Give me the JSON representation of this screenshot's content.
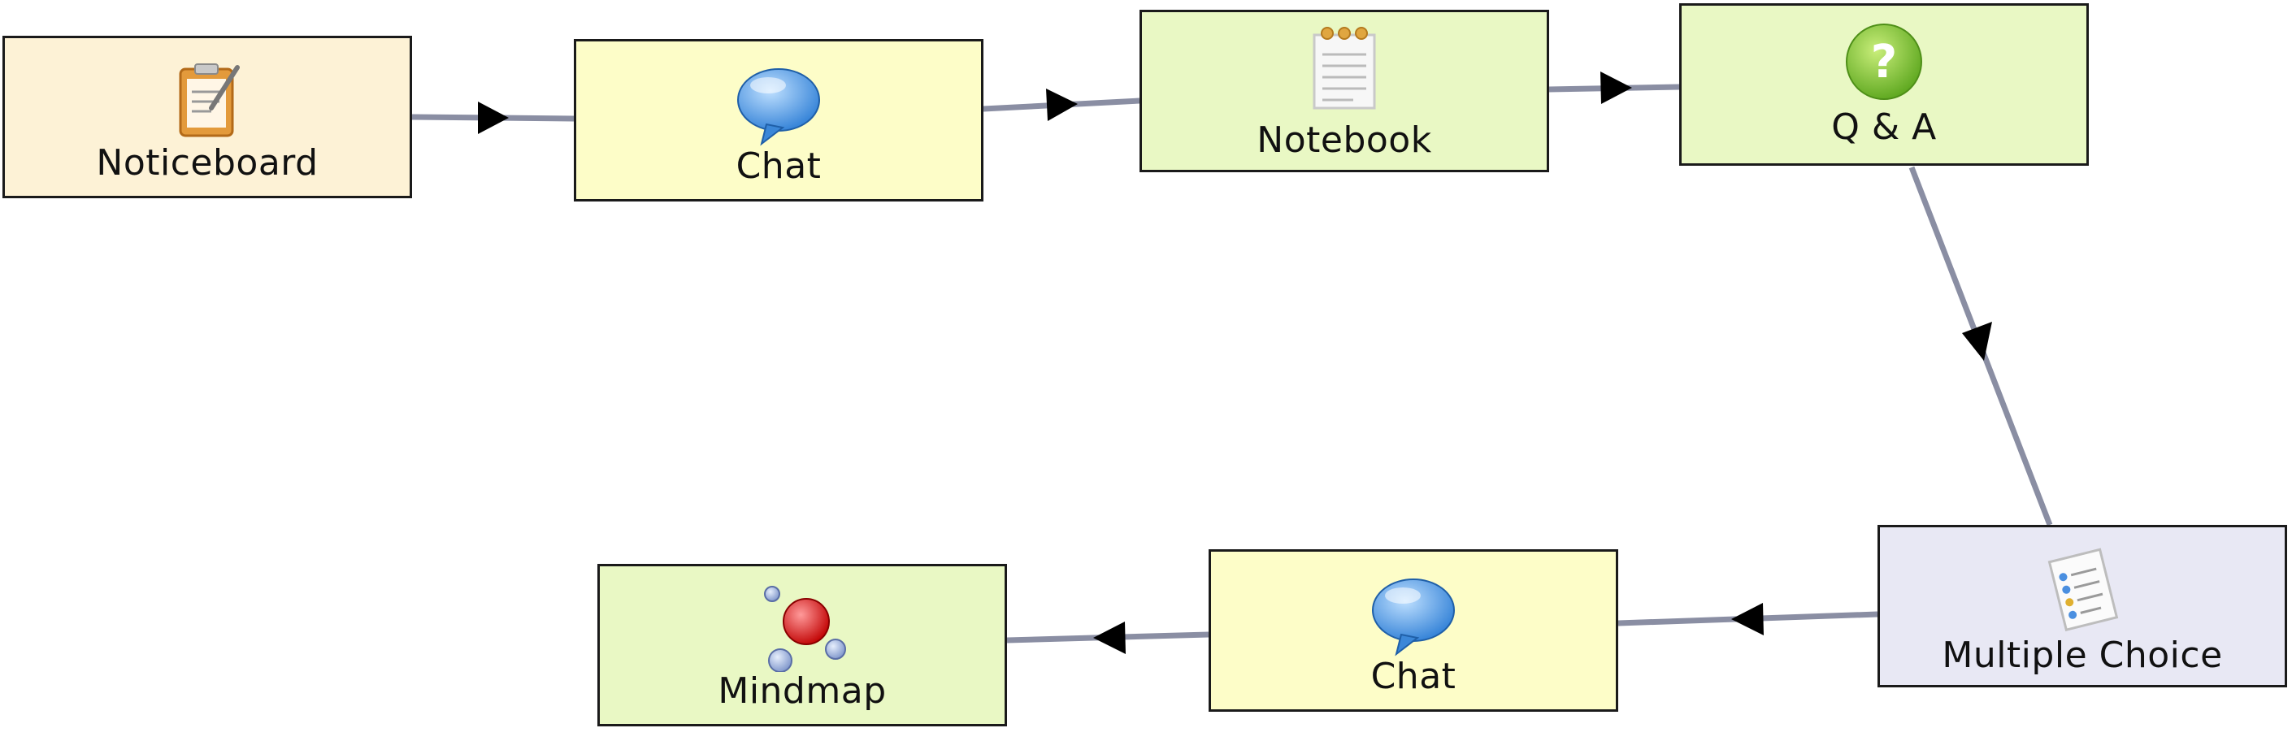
{
  "diagram": {
    "nodes": [
      {
        "id": "noticeboard",
        "label": "Noticeboard",
        "icon": "noticeboard-icon",
        "fill": "#fdf2d6"
      },
      {
        "id": "chat1",
        "label": "Chat",
        "icon": "chat-bubble-icon",
        "fill": "#fdfdc8"
      },
      {
        "id": "notebook",
        "label": "Notebook",
        "icon": "notebook-icon",
        "fill": "#e9f8c4"
      },
      {
        "id": "qa",
        "label": "Q & A",
        "icon": "question-icon",
        "fill": "#e9f8c4"
      },
      {
        "id": "mc",
        "label": "Multiple Choice",
        "icon": "checklist-icon",
        "fill": "#e8e8f4"
      },
      {
        "id": "chat2",
        "label": "Chat",
        "icon": "chat-bubble-icon",
        "fill": "#fdfdc8"
      },
      {
        "id": "mindmap",
        "label": "Mindmap",
        "icon": "mindmap-icon",
        "fill": "#e9f8c4"
      }
    ],
    "edges": [
      {
        "from": "noticeboard",
        "to": "chat1"
      },
      {
        "from": "chat1",
        "to": "notebook"
      },
      {
        "from": "notebook",
        "to": "qa"
      },
      {
        "from": "qa",
        "to": "mc"
      },
      {
        "from": "mc",
        "to": "chat2"
      },
      {
        "from": "chat2",
        "to": "mindmap"
      }
    ],
    "edge_color": "#8a8ea3",
    "arrow_color": "#000000",
    "border_color": "#1a1a1a"
  }
}
